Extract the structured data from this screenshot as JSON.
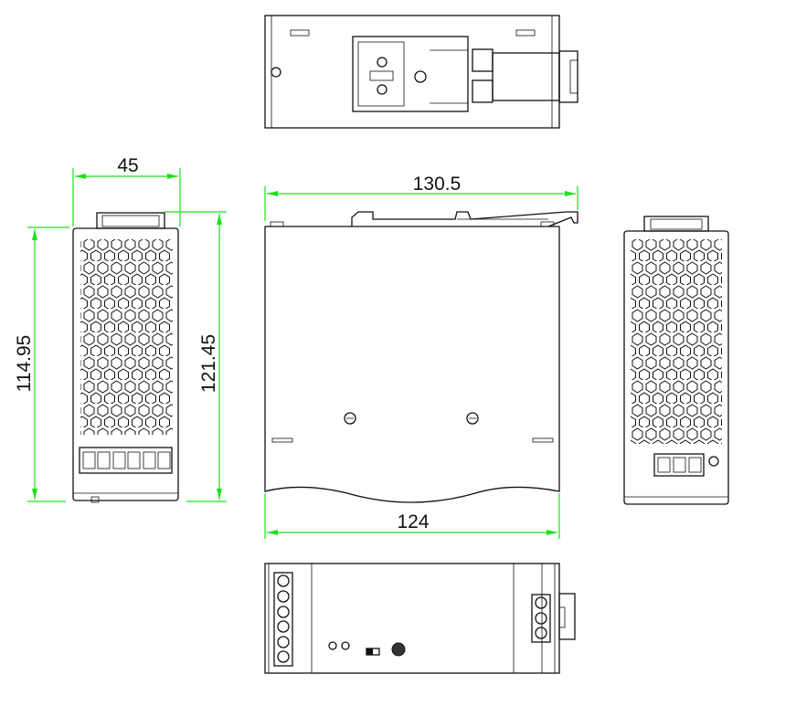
{
  "drawing": {
    "units": "mm",
    "dimensions": {
      "side_width": "45",
      "overall_length": "130.5",
      "body_length": "124",
      "body_height": "114.95",
      "overall_height": "121.45"
    },
    "colors": {
      "dimension_line": "#1ee01e",
      "outline": "#111111"
    },
    "views": [
      "top",
      "front",
      "left-side",
      "right-side",
      "bottom"
    ]
  }
}
